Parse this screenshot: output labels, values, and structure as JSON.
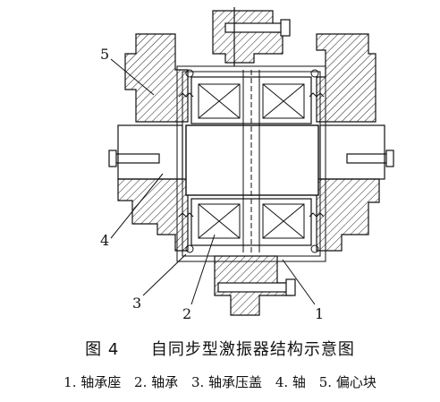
{
  "callouts": [
    "1",
    "2",
    "3",
    "4",
    "5"
  ],
  "caption": {
    "figure_label": "图 4",
    "title": "自同步型激振器结构示意图"
  },
  "legend": [
    {
      "num": "1.",
      "name": "轴承座"
    },
    {
      "num": "2.",
      "name": "轴承"
    },
    {
      "num": "3.",
      "name": "轴承压盖"
    },
    {
      "num": "4.",
      "name": "轴"
    },
    {
      "num": "5.",
      "name": "偏心块"
    }
  ],
  "colors": {
    "line": "#111111",
    "hatch": "#222222",
    "fill": "#ffffff"
  }
}
